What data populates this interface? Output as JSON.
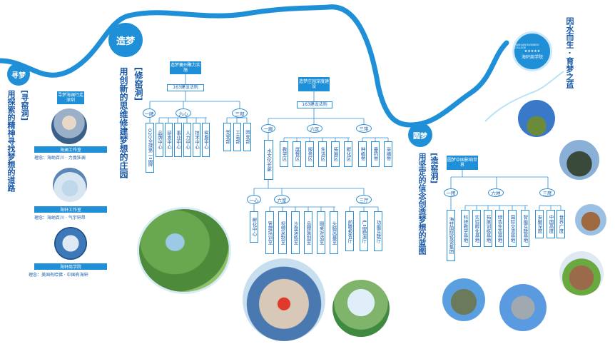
{
  "colors": {
    "accent": "#1f90d8",
    "text": "#1a5aa8",
    "wave": "#1f90d8"
  },
  "stage1": {
    "badge": "寻梦",
    "title": "[寻窑洞]",
    "subtitle": "用探索的精神寻找梦想的道路",
    "header": "寻梦海澜行走深圳",
    "cap1_bar": "海澜工作室",
    "cap1_motto": "理念：海纳百川 · 力挽狂澜",
    "cap2_bar": "海轩工作室",
    "cap2_motto": "理念：海纳百川 · 气宇轩昂",
    "cap3_bar": "海轩商学院",
    "cap3_motto": "理念：美国有哈佛 · 中国有海轩"
  },
  "stage2": {
    "badge": "造梦",
    "title": "[修窑洞]",
    "subtitle": "用创新的思维修建梦想的庄园",
    "header": "造梦襄州聚力实施",
    "plan": "163建设法则",
    "groups": [
      "一牌",
      "六心",
      "三部"
    ],
    "items": [
      "O2O全球第一品牌",
      "品牌中心",
      "研发中心",
      "事业中心",
      "人力中心",
      "技术中心",
      "客服中心",
      "党支部",
      "工会部",
      "团支部"
    ]
  },
  "stage3": {
    "header": "造梦庄园深度建设",
    "plan": "163建设法则",
    "groups": [
      "一廊",
      "六区",
      "三带"
    ],
    "corridor": "水文化长廊",
    "zones": [
      "教学区",
      "展餐区",
      "服务区",
      "生活区",
      "拓展区",
      "孵化区"
    ],
    "belts": [
      "种植带",
      "垂钓带",
      "采摘带"
    ],
    "groups2": [
      "一心",
      "六室",
      "三厅"
    ],
    "heart": "孵化中心",
    "rooms": [
      "管理培训室",
      "视频采制室",
      "沙盘演练室",
      "品牌策划室",
      "圆桌对话室",
      "头脑风暴室"
    ],
    "halls": [
      "前瞻报告厅",
      "产品路演厅",
      "功能互联厅"
    ]
  },
  "stage4": {
    "badge": "圆梦",
    "title": "[造窑洞]",
    "subtitle": "用坚定的信念创造梦想的蓝图",
    "header": "圆梦中国影响世界",
    "groups": [
      "一团",
      "六地",
      "三度"
    ],
    "group_one": "海轩国际投资集团",
    "bases": [
      "科研教学基地",
      "实验孵化基地",
      "拓展训练基地",
      "绿色生态基地",
      "国际交流基地",
      "智能互联基地"
    ],
    "degrees": [
      "安徽深度",
      "中国高度",
      "世界广度"
    ]
  },
  "logo": {
    "slogan": "因水而生 · 育梦之蓝",
    "en": "HAIXUAN BUSINESS COLLEGE",
    "cn": "海轩商学院",
    "stars": "★★★★★"
  }
}
